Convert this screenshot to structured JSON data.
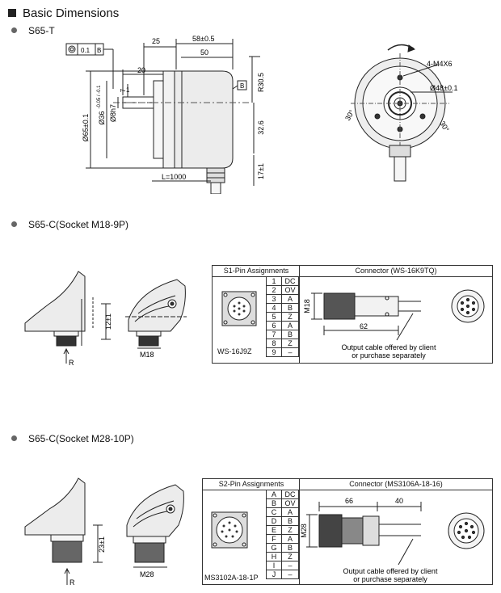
{
  "title": "Basic Dimensions",
  "sections": {
    "s65t": {
      "label": "S65-T",
      "dims": {
        "tol": "0.1",
        "datum": "B",
        "d25": "25",
        "d58": "58±0.5",
        "d50": "50",
        "d20": "20",
        "d1": "1",
        "d65": "Ø65±0.1",
        "d36": "Ø36",
        "d36tol": "-0.05 / -0.1",
        "d8": "Ø8h7",
        "d7": "7",
        "r30": "R30.5",
        "d32": "32.6",
        "d17": "17±1",
        "cable": "L=1000",
        "m4": "4-M4X6",
        "d48": "Ø48±0.1",
        "a30l": "30°",
        "a30r": "30°"
      }
    },
    "m18": {
      "label": "S65-C(Socket  M18-9P)",
      "dims": {
        "h12": "12±1",
        "m18": "M18",
        "r": "R"
      },
      "pin_title": "S1-Pin Assignments",
      "pins": [
        [
          "1",
          "DC"
        ],
        [
          "2",
          "OV"
        ],
        [
          "3",
          "A"
        ],
        [
          "4",
          "B"
        ],
        [
          "5",
          "Z"
        ],
        [
          "6",
          "A"
        ],
        [
          "7",
          "B"
        ],
        [
          "8",
          "Z"
        ],
        [
          "9",
          "–"
        ]
      ],
      "model": "WS-16J9Z",
      "conn_title": "Connector (WS-16K9TQ)",
      "conn_m18": "M18",
      "conn_62": "62",
      "note1": "Output cable offered by client",
      "note2": "or purchase separately"
    },
    "m28": {
      "label": "S65-C(Socket  M28-10P)",
      "dims": {
        "h23": "23±1",
        "m28": "M28",
        "r": "R"
      },
      "pin_title": "S2-Pin Assignments",
      "pins": [
        [
          "A",
          "DC"
        ],
        [
          "B",
          "OV"
        ],
        [
          "C",
          "A"
        ],
        [
          "D",
          "B"
        ],
        [
          "E",
          "Z"
        ],
        [
          "F",
          "A"
        ],
        [
          "G",
          "B"
        ],
        [
          "H",
          "Z"
        ],
        [
          "I",
          "–"
        ],
        [
          "J",
          "–"
        ]
      ],
      "model": "MS3102A-18-1P",
      "conn_title": "Connector (MS3106A-18-16)",
      "conn_m28": "M28",
      "conn_66": "66",
      "conn_40": "40",
      "note1": "Output cable offered by client",
      "note2": "or purchase separately"
    }
  }
}
